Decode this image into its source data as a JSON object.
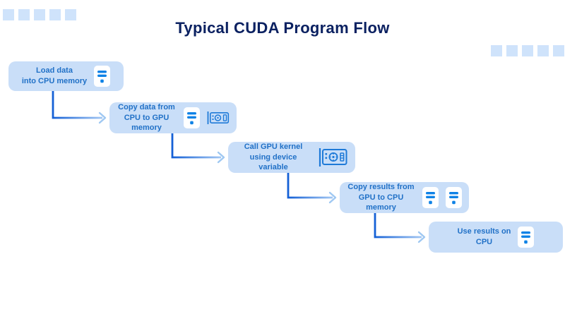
{
  "title": "Typical CUDA Program Flow",
  "colors": {
    "title_text": "#0b2161",
    "node_background": "#c9def8",
    "node_text": "#2171c7",
    "icon_blue": "#0e82e6",
    "gpu_icon_stroke": "#1e7ad8",
    "connector_dark": "#1460d6",
    "connector_light": "#aecff5",
    "arrowhead": "#9fc8f2",
    "decor_square": "#cfe3fb",
    "background": "#ffffff"
  },
  "nodes": [
    {
      "label": "Load data\ninto CPU memory",
      "icons": [
        "cpu-icon"
      ]
    },
    {
      "label": "Copy data from\nCPU to GPU memory",
      "icons": [
        "cpu-icon",
        "gpu-icon"
      ]
    },
    {
      "label": "Call GPU kernel\nusing device variable",
      "icons": [
        "gpu-icon"
      ]
    },
    {
      "label": "Copy results from\nGPU to CPU memory",
      "icons": [
        "cpu-icon",
        "cpu-icon"
      ]
    },
    {
      "label": "Use results on\nCPU",
      "icons": [
        "cpu-icon"
      ]
    }
  ],
  "flow_order": [
    "Load data into CPU memory",
    "Copy data from CPU to GPU memory",
    "Call GPU kernel using device variable",
    "Copy results from GPU to CPU memory",
    "Use results on CPU"
  ]
}
